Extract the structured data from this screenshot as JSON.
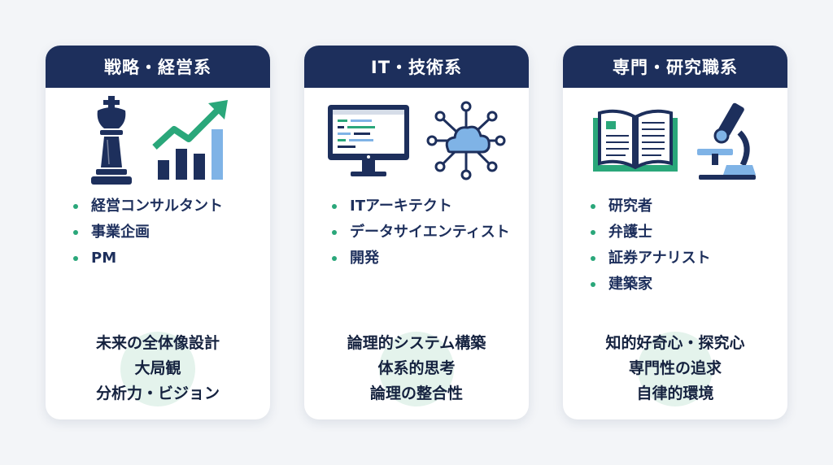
{
  "colors": {
    "navy": "#1d2f5c",
    "green": "#2aa77a",
    "light_blue": "#7fb3e6",
    "circle": "#e4f3ec"
  },
  "cards": [
    {
      "title": "戦略・経営系",
      "icons": [
        "chess-king-icon",
        "growth-chart-icon"
      ],
      "items": [
        "経営コンサルタント",
        "事業企画",
        "PM"
      ],
      "traits": [
        "未来の全体像設計",
        "大局観",
        "分析力・ビジョン"
      ]
    },
    {
      "title": "IT・技術系",
      "icons": [
        "code-monitor-icon",
        "cloud-network-icon"
      ],
      "items": [
        "ITアーキテクト",
        "データサイエンティスト",
        "開発"
      ],
      "traits": [
        "論理的システム構築",
        "体系的思考",
        "論理の整合性"
      ]
    },
    {
      "title": "専門・研究職系",
      "icons": [
        "open-book-icon",
        "microscope-icon"
      ],
      "items": [
        "研究者",
        "弁護士",
        "証券アナリスト",
        "建築家"
      ],
      "traits": [
        "知的好奇心・探究心",
        "専門性の追求",
        "自律的環境"
      ]
    }
  ]
}
